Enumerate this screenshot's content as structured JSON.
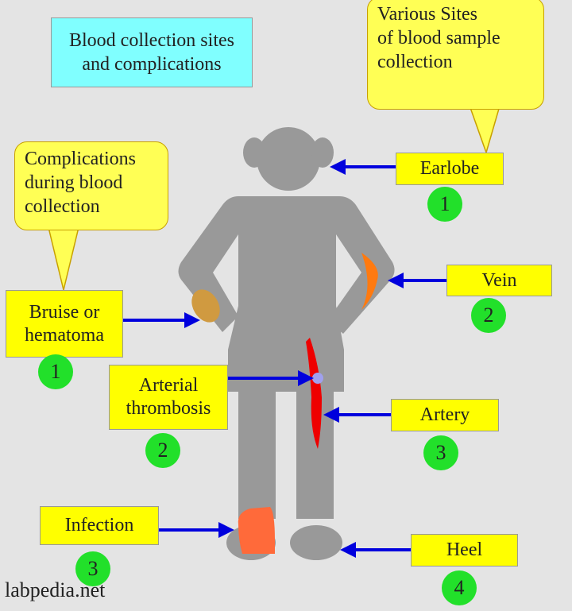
{
  "title": "Blood collection sites\nand complications",
  "sites_callout": "Various Sites\nof blood sample\ncollection",
  "complications_callout": "Complications\nduring blood\ncollection",
  "sites": [
    {
      "label": "Earlobe",
      "number": "1"
    },
    {
      "label": "Vein",
      "number": "2"
    },
    {
      "label": "Artery",
      "number": "3"
    },
    {
      "label": "Heel",
      "number": "4"
    }
  ],
  "complications": [
    {
      "label": "Bruise or\nhematoma",
      "number": "1"
    },
    {
      "label": "Arterial\nthrombosis",
      "number": "2"
    },
    {
      "label": "Infection",
      "number": "3"
    }
  ],
  "credit": "labpedia.net",
  "colors": {
    "box": "#ffff00",
    "number": "#22e02a",
    "arrow": "#0000dd",
    "figure": "#999999"
  }
}
